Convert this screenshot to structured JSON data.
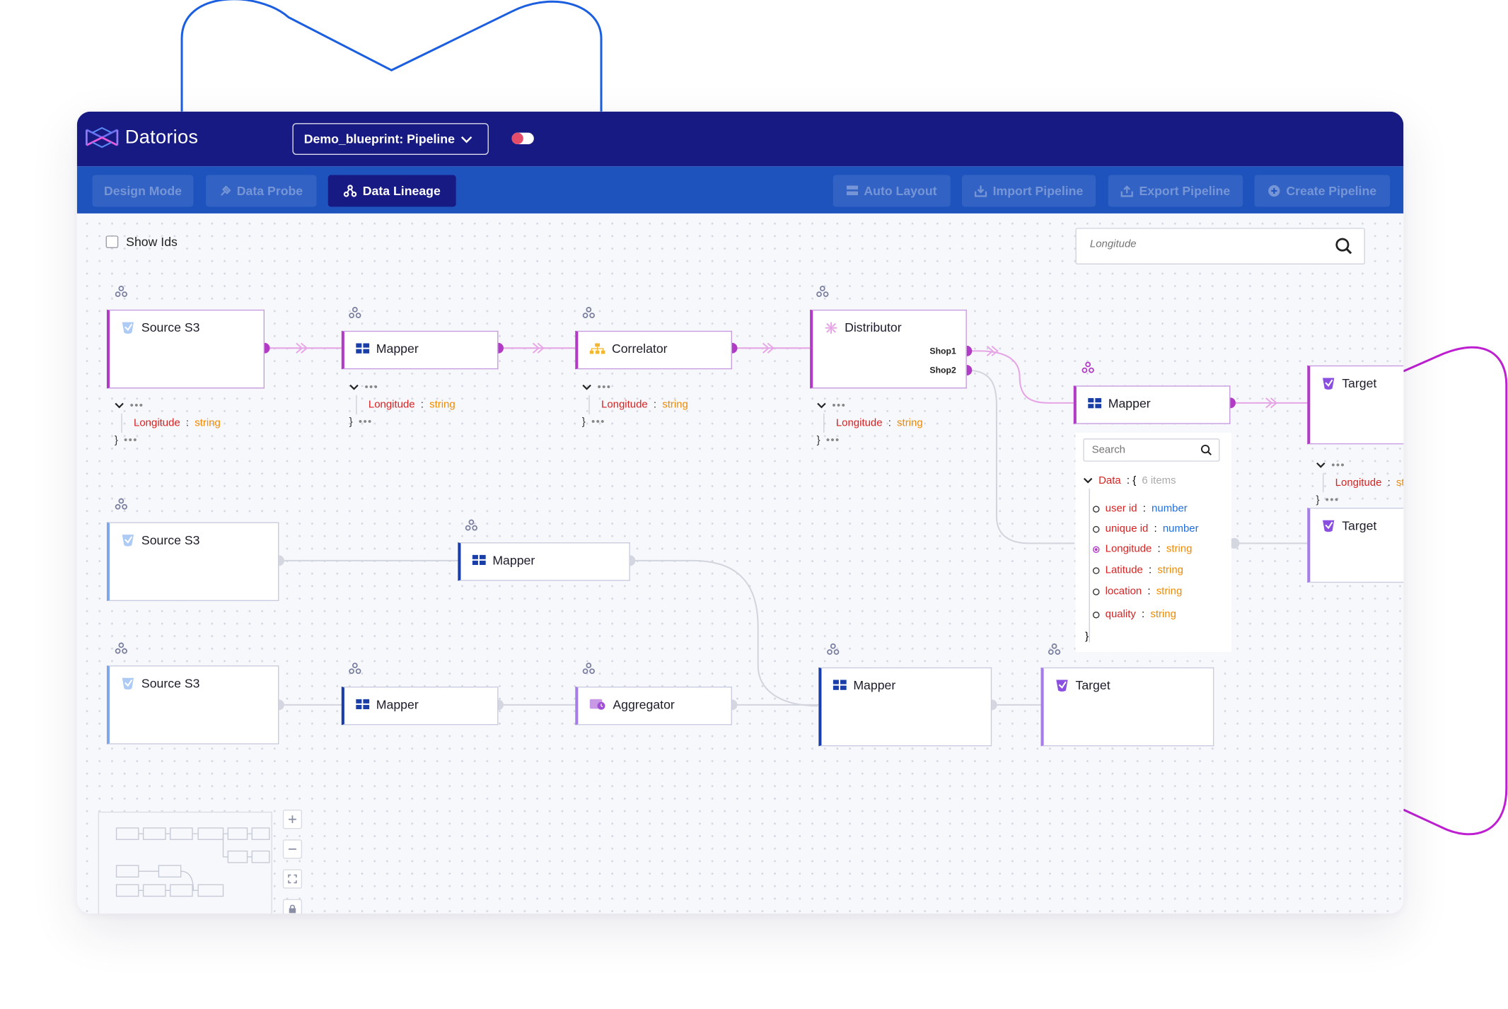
{
  "app": {
    "name": "Datorios",
    "pipeline_select": "Demo_blueprint: Pipeline"
  },
  "tabs": {
    "design_mode": "Design Mode",
    "data_probe": "Data Probe",
    "data_lineage": "Data Lineage",
    "auto_layout": "Auto Layout",
    "import_pipeline": "Import Pipeline",
    "export_pipeline": "Export Pipeline",
    "create_pipeline": "Create Pipeline"
  },
  "canvas": {
    "show_ids_label": "Show Ids",
    "search_placeholder": "Longitude"
  },
  "nodes": {
    "source1": "Source S3",
    "mapper1": "Mapper",
    "correlator": "Correlator",
    "distributor": "Distributor",
    "shop1": "Shop1",
    "shop2": "Shop2",
    "mapper2": "Mapper",
    "target1": "Target",
    "target2": "Target",
    "source2": "Source S3",
    "mapper3": "Mapper",
    "source3": "Source S3",
    "mapper4": "Mapper",
    "aggregator": "Aggregator",
    "mapper5": "Mapper",
    "target3": "Target"
  },
  "schema": {
    "open_brace": "{",
    "close_brace": "}",
    "ellipsis": "•••",
    "field_name": "Longitude",
    "sep": ":",
    "field_type": "string",
    "field_name_truncated": "Longitude",
    "field_type_truncated": "st"
  },
  "field_panel": {
    "search_placeholder": "Search",
    "root_key": "Data",
    "root_open": ": {",
    "item_count": "6 items",
    "close": "}",
    "fields": [
      {
        "name": "user id",
        "type": "number",
        "selected": false
      },
      {
        "name": "unique id",
        "type": "number",
        "selected": false
      },
      {
        "name": "Longitude",
        "type": "string",
        "selected": true
      },
      {
        "name": "Latitude",
        "type": "string",
        "selected": false
      },
      {
        "name": "location",
        "type": "string",
        "selected": false
      },
      {
        "name": "quality",
        "type": "string",
        "selected": false
      }
    ]
  },
  "colors": {
    "topbar": "#171a82",
    "tabbar": "#1e53bd",
    "lineage_accent": "#b23bc6",
    "lineage_edge": "#e6a6e6",
    "muted_edge": "#d2d4de"
  }
}
